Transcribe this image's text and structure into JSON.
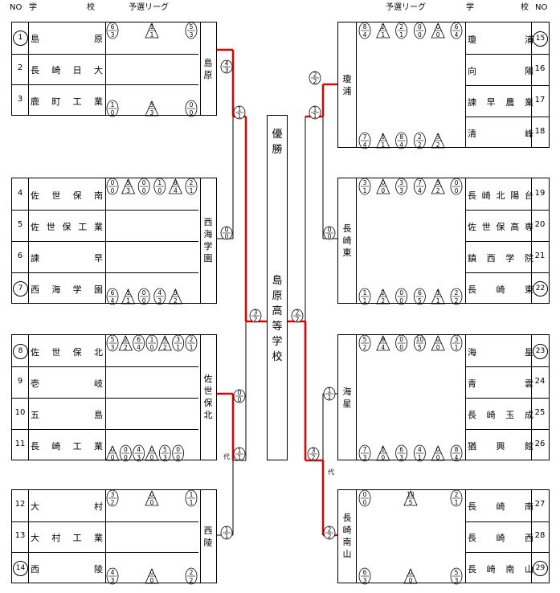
{
  "headers": {
    "left_no": "NO",
    "left_school_a": "学",
    "left_school_b": "校",
    "left_league": "予選リーグ",
    "right_league": "予選リーグ",
    "right_school_a": "学",
    "right_school_b": "校",
    "right_no": "NO"
  },
  "champion": {
    "label": "優勝",
    "winner": "島原高等学校"
  },
  "dai": [
    "代",
    "代"
  ],
  "groups": [
    {
      "side": "left",
      "winner": "島原",
      "teams": [
        {
          "no": "1",
          "name": "島原",
          "seed": true
        },
        {
          "no": "2",
          "name": "長崎日大",
          "seed": false
        },
        {
          "no": "3",
          "name": "鹿町工業",
          "seed": false
        }
      ]
    },
    {
      "side": "left",
      "winner": "西海学園",
      "teams": [
        {
          "no": "4",
          "name": "佐世保南",
          "seed": false
        },
        {
          "no": "5",
          "name": "佐世保工業",
          "seed": false
        },
        {
          "no": "6",
          "name": "諫早",
          "seed": false
        },
        {
          "no": "7",
          "name": "西海学園",
          "seed": true
        }
      ]
    },
    {
      "side": "left",
      "winner": "佐世保北",
      "teams": [
        {
          "no": "8",
          "name": "佐世保北",
          "seed": true
        },
        {
          "no": "9",
          "name": "壱岐",
          "seed": false
        },
        {
          "no": "10",
          "name": "五島",
          "seed": false
        },
        {
          "no": "11",
          "name": "長崎工業",
          "seed": false
        }
      ]
    },
    {
      "side": "left",
      "winner": "西陵",
      "teams": [
        {
          "no": "12",
          "name": "大村",
          "seed": false
        },
        {
          "no": "13",
          "name": "大村工業",
          "seed": false
        },
        {
          "no": "14",
          "name": "西陵",
          "seed": true
        }
      ]
    },
    {
      "side": "right",
      "winner": "瓊浦",
      "teams": [
        {
          "no": "15",
          "name": "瓊浦",
          "seed": true
        },
        {
          "no": "16",
          "name": "向陽",
          "seed": false
        },
        {
          "no": "17",
          "name": "諫早農業",
          "seed": false
        },
        {
          "no": "18",
          "name": "清峰",
          "seed": false
        }
      ]
    },
    {
      "side": "right",
      "winner": "長崎東",
      "teams": [
        {
          "no": "19",
          "name": "長崎北陽台",
          "seed": false
        },
        {
          "no": "20",
          "name": "佐世保高専",
          "seed": false
        },
        {
          "no": "21",
          "name": "鎮西学院",
          "seed": false
        },
        {
          "no": "22",
          "name": "長崎東",
          "seed": true
        }
      ]
    },
    {
      "side": "right",
      "winner": "海星",
      "teams": [
        {
          "no": "23",
          "name": "海星",
          "seed": true
        },
        {
          "no": "24",
          "name": "青雲",
          "seed": false
        },
        {
          "no": "25",
          "name": "長崎玉成",
          "seed": false
        },
        {
          "no": "26",
          "name": "猶興館",
          "seed": false
        }
      ]
    },
    {
      "side": "right",
      "winner": "長崎南山",
      "teams": [
        {
          "no": "27",
          "name": "長崎南",
          "seed": false
        },
        {
          "no": "28",
          "name": "長崎西",
          "seed": false
        },
        {
          "no": "29",
          "name": "長崎南山",
          "seed": true
        }
      ]
    }
  ],
  "league_scores": [
    [
      "6/3",
      "1/1",
      "5/3",
      "1/0",
      "5/3",
      "0/0"
    ],
    [
      "0/0",
      "5/3",
      "0/0",
      "1/0",
      "8/4",
      "2/1",
      "6/4",
      "1/1",
      "0/0",
      "4/3",
      "5/2"
    ],
    [
      "5/3",
      "2/2",
      "6/4",
      "1/0",
      "5/2",
      "3/1",
      "2/1",
      "0/0",
      "0/0",
      "4/3",
      "0/0",
      "5/3",
      "0/0"
    ],
    [
      "3/2",
      "0/0",
      "1/1",
      "4/3",
      "0/0",
      "2/2"
    ],
    [
      "8/4",
      "2/1",
      "2/1",
      "0/0",
      "0/0",
      "6/4",
      "7/4",
      "1/1",
      "8/4",
      "2/2",
      "3/2"
    ],
    [
      "3/1",
      "0/0",
      "3/3",
      "7/4",
      "3/2",
      "0/0",
      "1/1",
      "2/2",
      "0/0",
      "6/5",
      "1/1",
      "2/2"
    ],
    [
      "5/2",
      "8/4",
      "0/0",
      "10/5",
      "0/0",
      "3/1",
      "7/3",
      "1/0",
      "6/3",
      "4/1",
      "0/0",
      "8/4"
    ],
    [
      "0/0",
      "10/5",
      "2/1",
      "6/3",
      "0/0",
      "5/3"
    ]
  ],
  "bracket_scores": [
    "4/3",
    "0/0",
    "1/1",
    "0/0",
    "2/2",
    "1/1",
    "0/0",
    "3/2",
    "2/2",
    "1/1",
    "3/2",
    "1/1",
    "2/2",
    "1/1"
  ]
}
